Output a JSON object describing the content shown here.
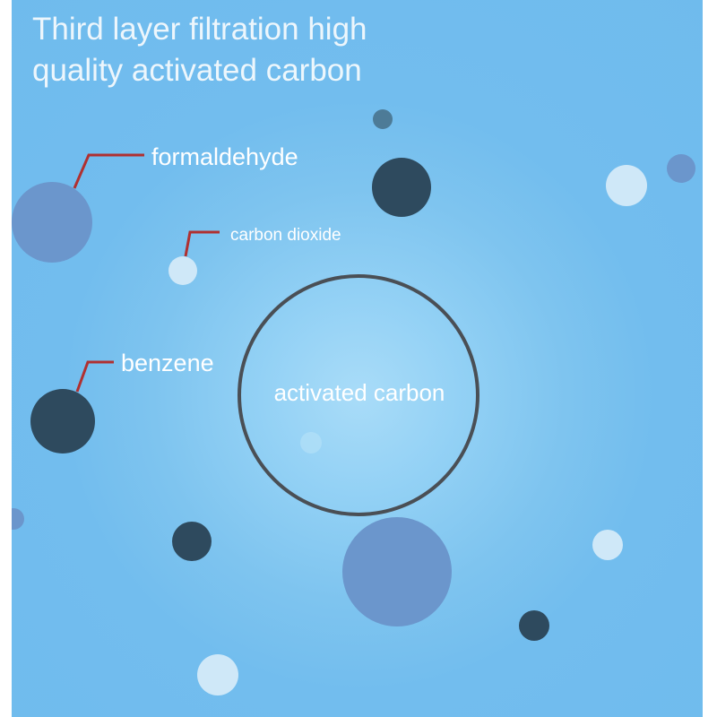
{
  "title_lines": [
    "Third layer filtration high",
    "quality activated carbon"
  ],
  "labels": {
    "formaldehyde": "formaldehyde",
    "carbon_dioxide": "carbon dioxide",
    "benzene": "benzene",
    "activated_carbon": "activated carbon"
  },
  "legend_colors": {
    "formaldehyde": "#6b96cc",
    "carbon_dioxide": "#cfe8f8",
    "benzene": "#2e4a5e",
    "leader_line": "#b03030",
    "carbon_ring": "#4a4f55"
  }
}
